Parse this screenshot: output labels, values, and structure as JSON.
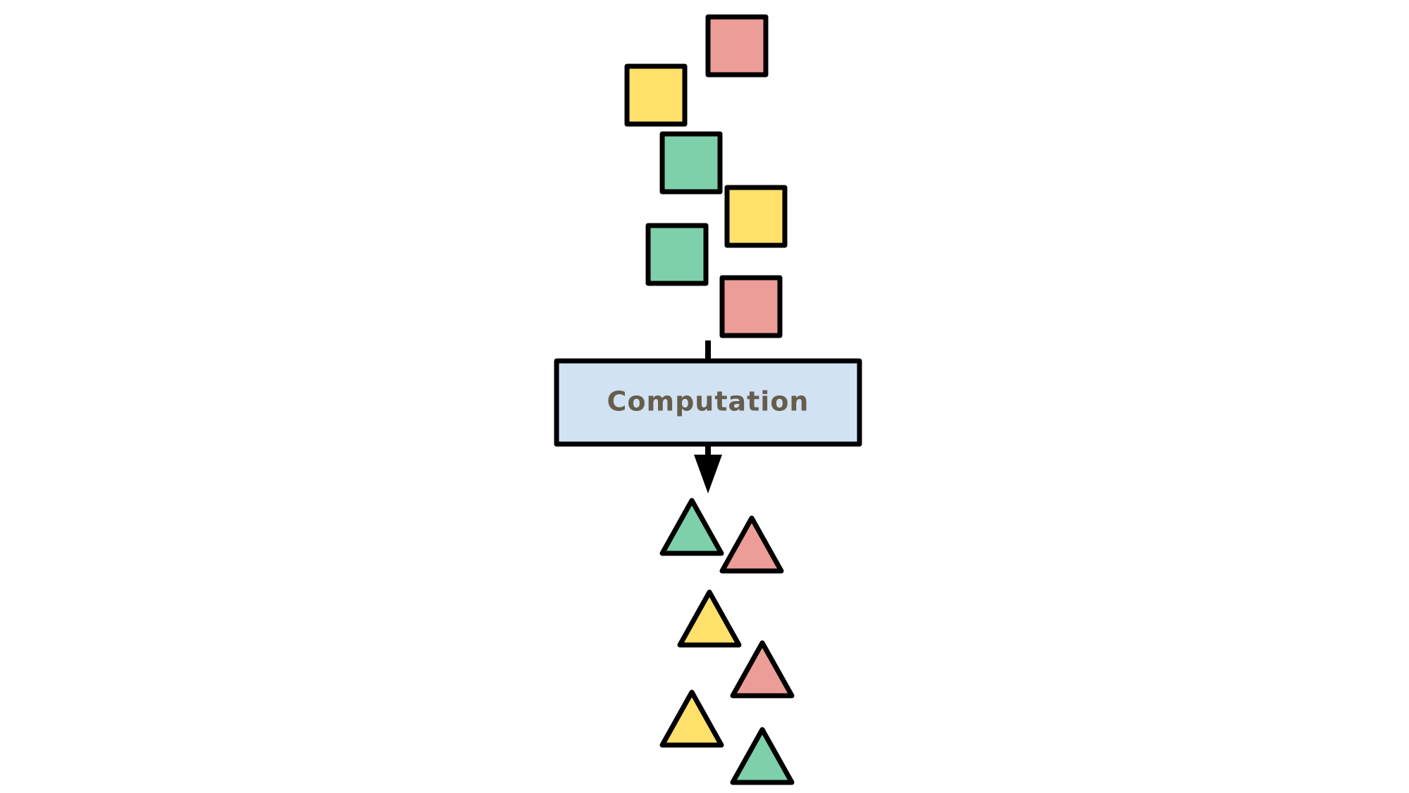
{
  "colors": {
    "red": "#EC9D97",
    "yellow": "#FFE06A",
    "green": "#7ED0AA",
    "box_fill": "#D1E2F3",
    "label_text": "#665D4C",
    "stroke": "#000000"
  },
  "process_box": {
    "label": "Computation"
  },
  "inputs": {
    "shape": "square",
    "items": [
      "red",
      "yellow",
      "green",
      "yellow",
      "green",
      "red"
    ]
  },
  "outputs": {
    "shape": "triangle",
    "items": [
      "green",
      "red",
      "yellow",
      "red",
      "yellow",
      "green"
    ]
  }
}
